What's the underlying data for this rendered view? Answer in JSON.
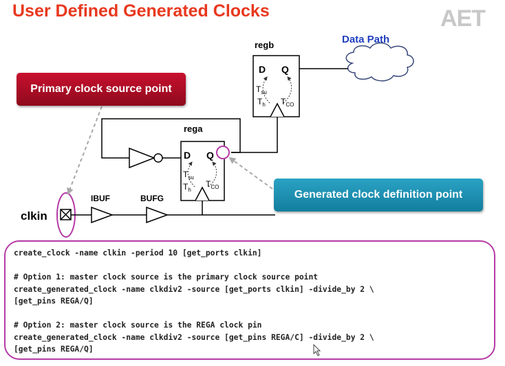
{
  "slide": {
    "title": "User Defined Generated Clocks",
    "logo_text": "AET"
  },
  "callouts": {
    "primary": "Primary clock source point",
    "generated": "Generated clock definition point"
  },
  "diagram": {
    "regb_label": "regb",
    "rega_label": "rega",
    "data_path": "Data Path",
    "ibuf": "IBUF",
    "bufg": "BUFG",
    "clkin": "clkin",
    "pin_d": "D",
    "pin_q": "Q",
    "tsu": {
      "main": "T",
      "sub": "su"
    },
    "th": {
      "main": "T",
      "sub": "h"
    },
    "tco": {
      "main": "T",
      "sub": "CO"
    }
  },
  "code": {
    "lines": [
      "create_clock -name clkin -period 10 [get_ports clkin]",
      "",
      "# Option 1: master clock source is the primary clock source point",
      "create_generated_clock -name clkdiv2 -source [get_ports clkin] -divide_by 2 \\",
      "[get_pins REGA/Q]",
      "",
      "# Option 2: master clock source is the REGA clock pin",
      "create_generated_clock -name clkdiv2 -source [get_pins REGA/C] -divide_by 2 \\",
      "[get_pins REGA/Q]"
    ]
  },
  "colors": {
    "title": "#e8381e",
    "primary_callout": "#b00d25",
    "generated_callout": "#1f93b5",
    "highlight_outline": "#b43aa6",
    "data_path_text": "#1f3fbf"
  }
}
